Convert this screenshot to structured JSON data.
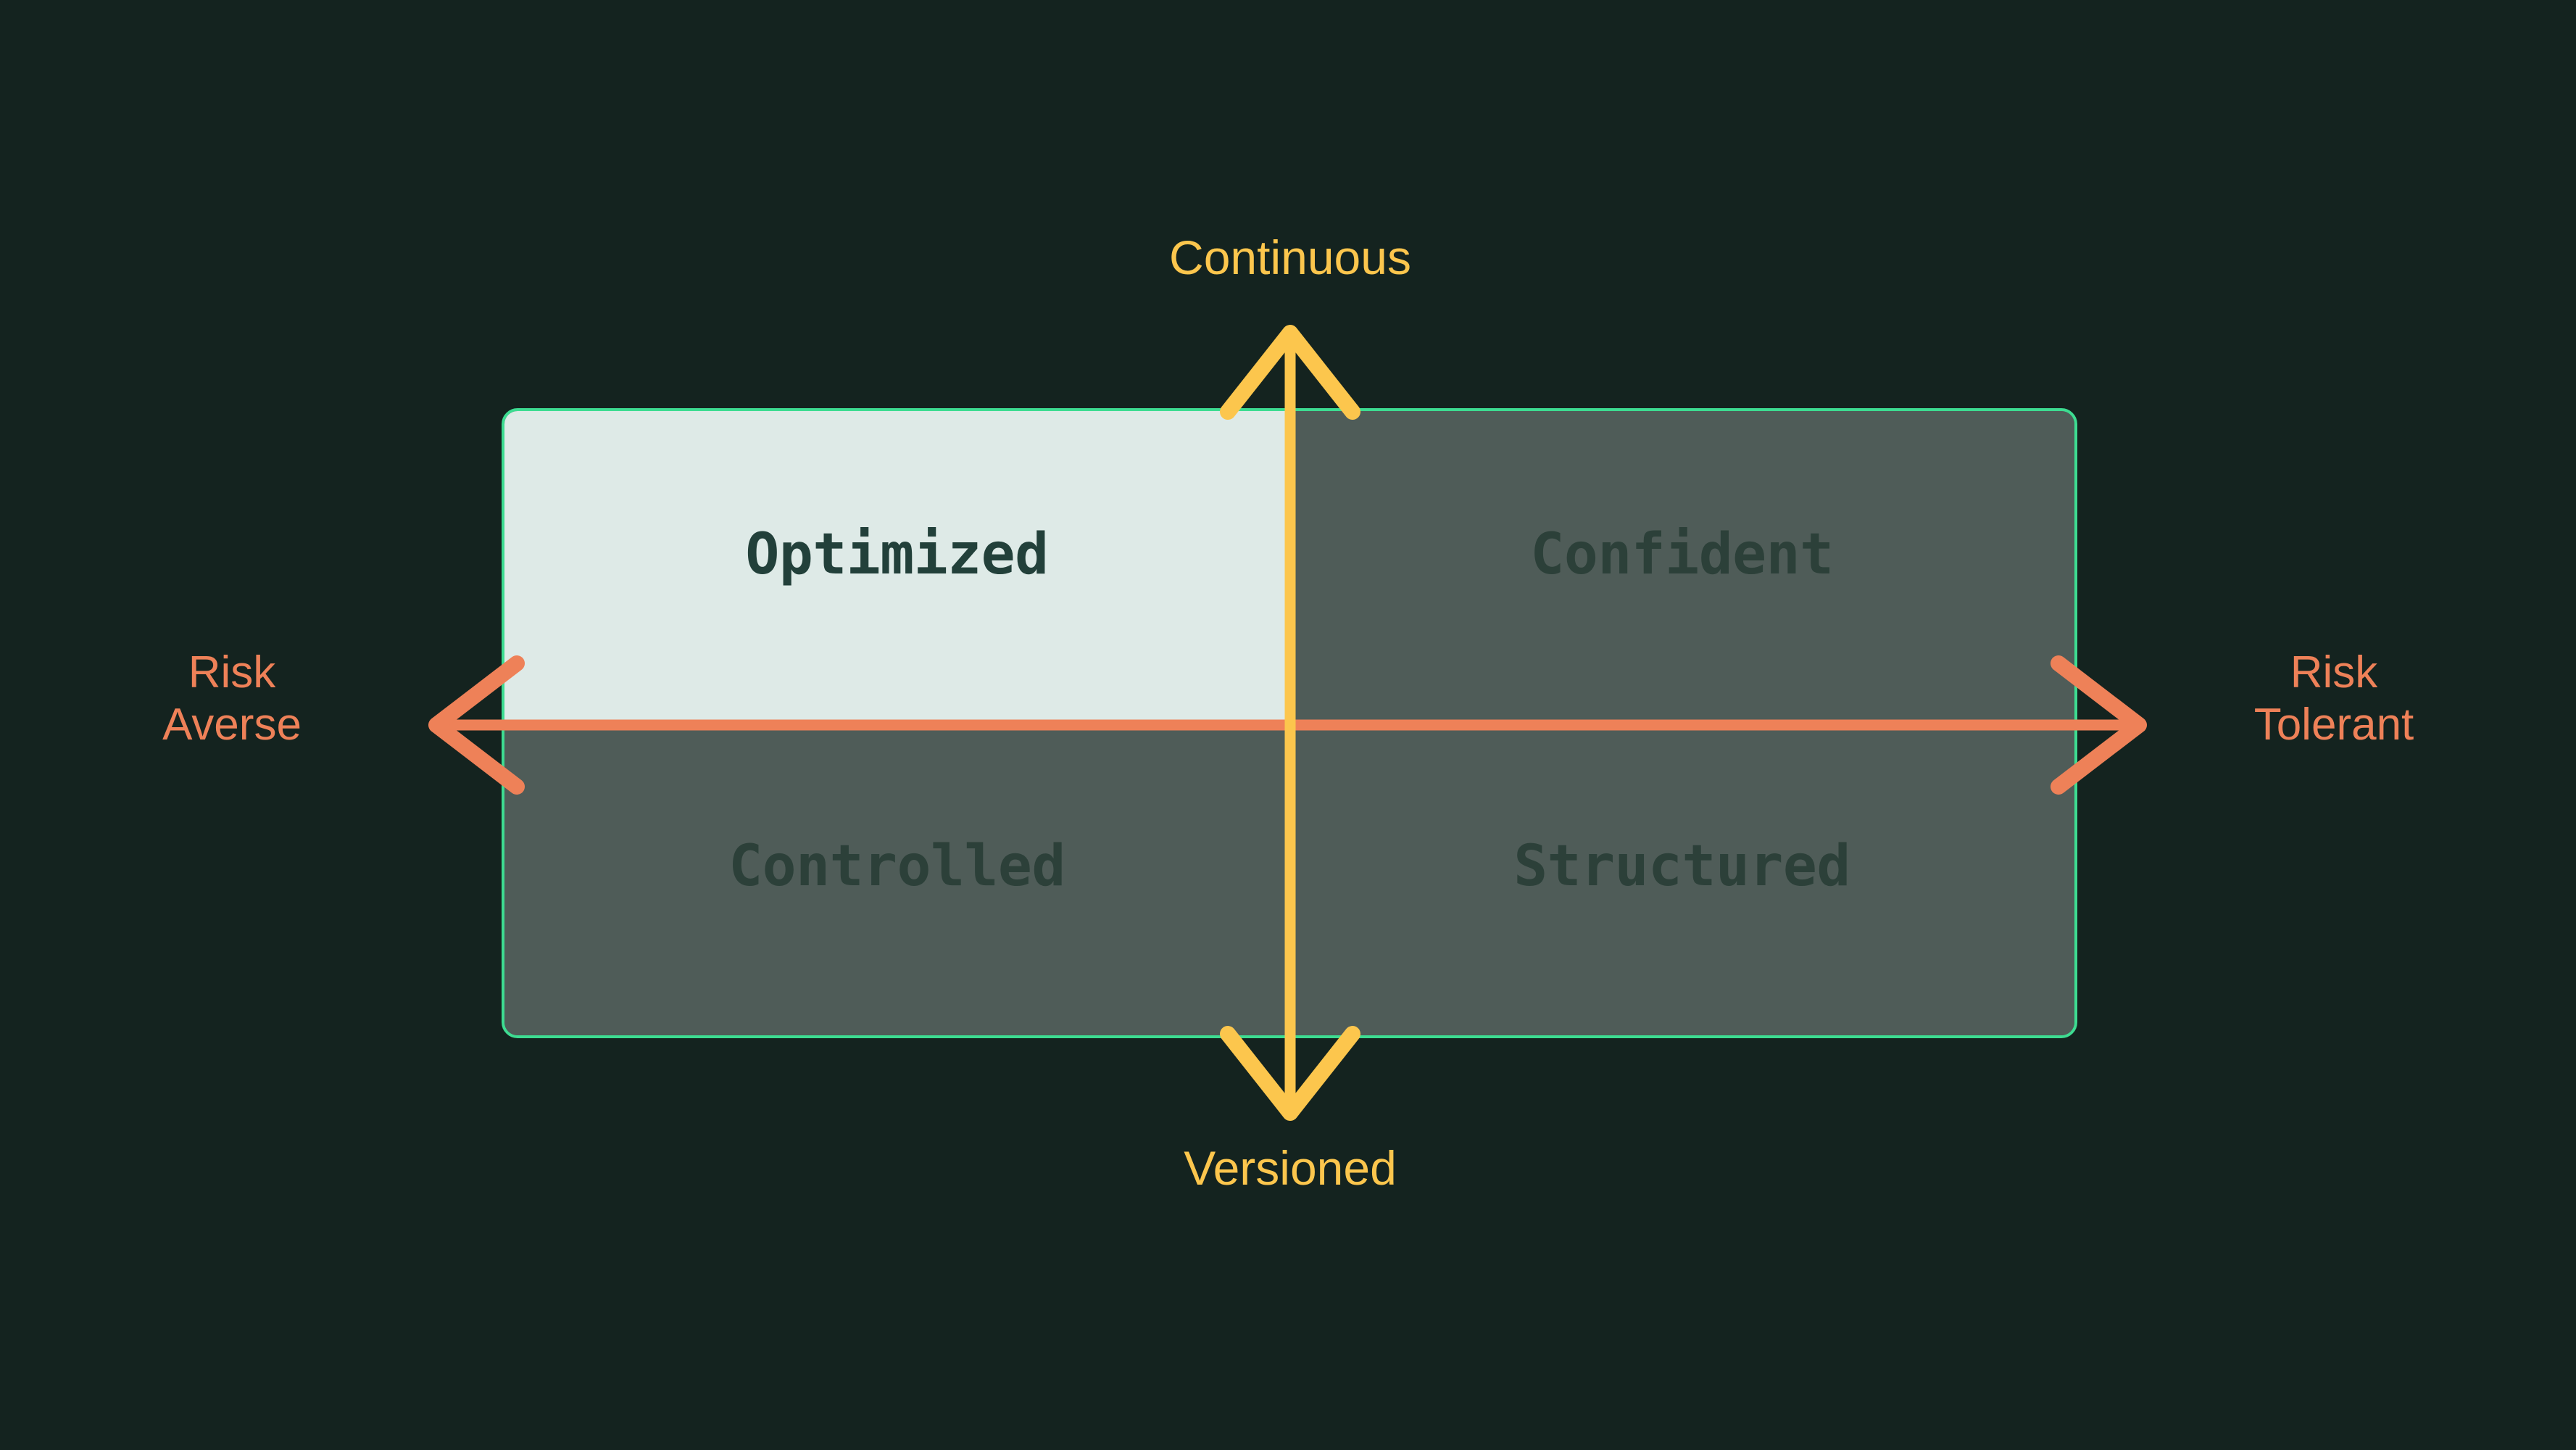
{
  "diagram": {
    "type": "2x2-quadrant-matrix",
    "background_color": "#14231F",
    "box": {
      "border_color": "#3DDC91",
      "active_fill": "#DEEAE7",
      "inactive_fill": "#4F5C58"
    },
    "axes": {
      "vertical": {
        "color": "#FCC64D",
        "top_label": "Continuous",
        "bottom_label": "Versioned",
        "icon_top": "arrow-up-icon",
        "icon_bottom": "arrow-down-icon"
      },
      "horizontal": {
        "color": "#EE8158",
        "left_label": "Risk\nAverse",
        "right_label": "Risk\nTolerant",
        "icon_left": "arrow-left-icon",
        "icon_right": "arrow-right-icon"
      }
    },
    "quadrants": [
      {
        "position": "top-left",
        "label": "Optimized",
        "state": "active",
        "axis_x": "Risk Averse",
        "axis_y": "Continuous"
      },
      {
        "position": "top-right",
        "label": "Confident",
        "state": "inactive",
        "axis_x": "Risk Tolerant",
        "axis_y": "Continuous"
      },
      {
        "position": "bottom-left",
        "label": "Controlled",
        "state": "inactive",
        "axis_x": "Risk Averse",
        "axis_y": "Versioned"
      },
      {
        "position": "bottom-right",
        "label": "Structured",
        "state": "inactive",
        "axis_x": "Risk Tolerant",
        "axis_y": "Versioned"
      }
    ]
  }
}
